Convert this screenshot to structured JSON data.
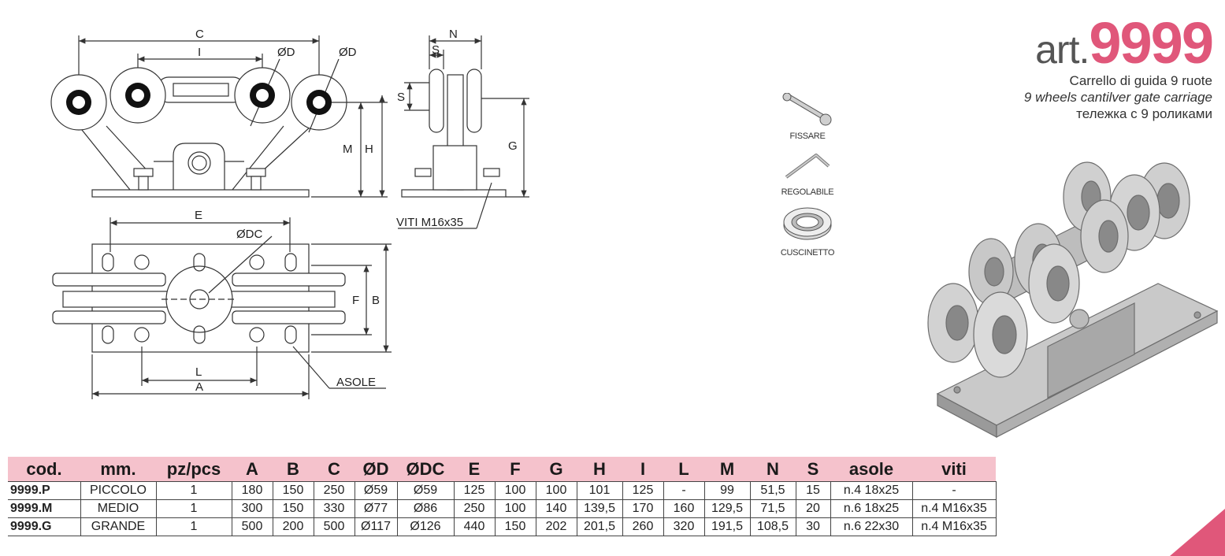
{
  "drawing_labels": {
    "c": "C",
    "i": "I",
    "d1": "ØD",
    "d2": "ØD",
    "n": "N",
    "s_top": "S",
    "s_side": "S",
    "m": "M",
    "h": "H",
    "g": "G",
    "viti": "VITI M16x35",
    "e": "E",
    "dc": "ØDC",
    "f": "F",
    "b": "B",
    "l": "L",
    "a": "A",
    "asole": "ASOLE"
  },
  "title": {
    "art_prefix": "art.",
    "art_number": "9999",
    "line_it": "Carrello di guida 9 ruote",
    "line_en": "9 wheels cantilver gate carriage",
    "line_ru": "тележка с 9 роликами"
  },
  "icons": [
    {
      "name": "wrench-icon",
      "label": "FISSARE"
    },
    {
      "name": "hex-key-icon",
      "label": "REGOLABILE"
    },
    {
      "name": "bearing-icon",
      "label": "CUSCINETTO"
    }
  ],
  "colors": {
    "accent": "#e0577a",
    "header_bg": "#f5c2cc"
  },
  "table": {
    "headers": [
      "cod.",
      "mm.",
      "pz/pcs",
      "A",
      "B",
      "C",
      "ØD",
      "ØDC",
      "E",
      "F",
      "G",
      "H",
      "I",
      "L",
      "M",
      "N",
      "S",
      "asole",
      "viti"
    ],
    "rows": [
      [
        "9999.P",
        "PICCOLO",
        "1",
        "180",
        "150",
        "250",
        "Ø59",
        "Ø59",
        "125",
        "100",
        "100",
        "101",
        "125",
        "-",
        "99",
        "51,5",
        "15",
        "n.4 18x25",
        "-"
      ],
      [
        "9999.M",
        "MEDIO",
        "1",
        "300",
        "150",
        "330",
        "Ø77",
        "Ø86",
        "250",
        "100",
        "140",
        "139,5",
        "170",
        "160",
        "129,5",
        "71,5",
        "20",
        "n.6 18x25",
        "n.4 M16x35"
      ],
      [
        "9999.G",
        "GRANDE",
        "1",
        "500",
        "200",
        "500",
        "Ø117",
        "Ø126",
        "440",
        "150",
        "202",
        "201,5",
        "260",
        "320",
        "191,5",
        "108,5",
        "30",
        "n.6 22x30",
        "n.4 M16x35"
      ]
    ]
  }
}
